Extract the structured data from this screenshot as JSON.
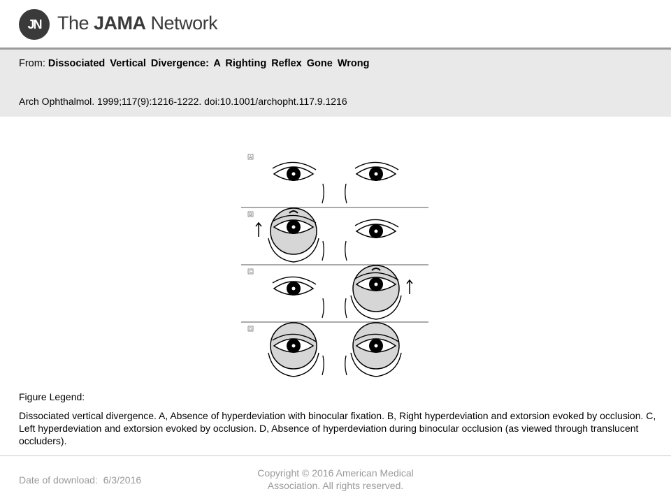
{
  "header": {
    "logo_initials": "JN",
    "brand_prefix": "The ",
    "brand_bold": "JAMA",
    "brand_suffix": " Network"
  },
  "citation": {
    "from_label": "From:",
    "article_title": "Dissociated  Vertical Divergence:  A Righting Reflex Gone Wrong",
    "reference": "Arch Ophthalmol. 1999;117(9):1216-1222. doi:10.1001/archopht.117.9.1216"
  },
  "figure": {
    "panels": [
      {
        "label": "A",
        "right_eye_occluded": false,
        "left_eye_occluded": false,
        "right_up": false,
        "left_up": false
      },
      {
        "label": "B",
        "right_eye_occluded": true,
        "left_eye_occluded": false,
        "right_up": true,
        "left_up": false
      },
      {
        "label": "C",
        "right_eye_occluded": false,
        "left_eye_occluded": true,
        "right_up": false,
        "left_up": true
      },
      {
        "label": "D",
        "right_eye_occluded": true,
        "left_eye_occluded": true,
        "right_up": false,
        "left_up": false
      }
    ]
  },
  "legend": {
    "heading": "Figure Legend:",
    "text": "Dissociated vertical divergence. A, Absence of hyperdeviation with binocular fixation. B, Right hyperdeviation and extorsion evoked by occlusion. C, Left hyperdeviation and extorsion evoked by occlusion. D, Absence of hyperdeviation during binocular occlusion (as viewed through translucent occluders)."
  },
  "footer": {
    "download_label": "Date of download:",
    "download_date": "6/3/2016",
    "copyright_line1": "Copyright © 2016 American Medical",
    "copyright_line2": "Association. All rights reserved."
  }
}
